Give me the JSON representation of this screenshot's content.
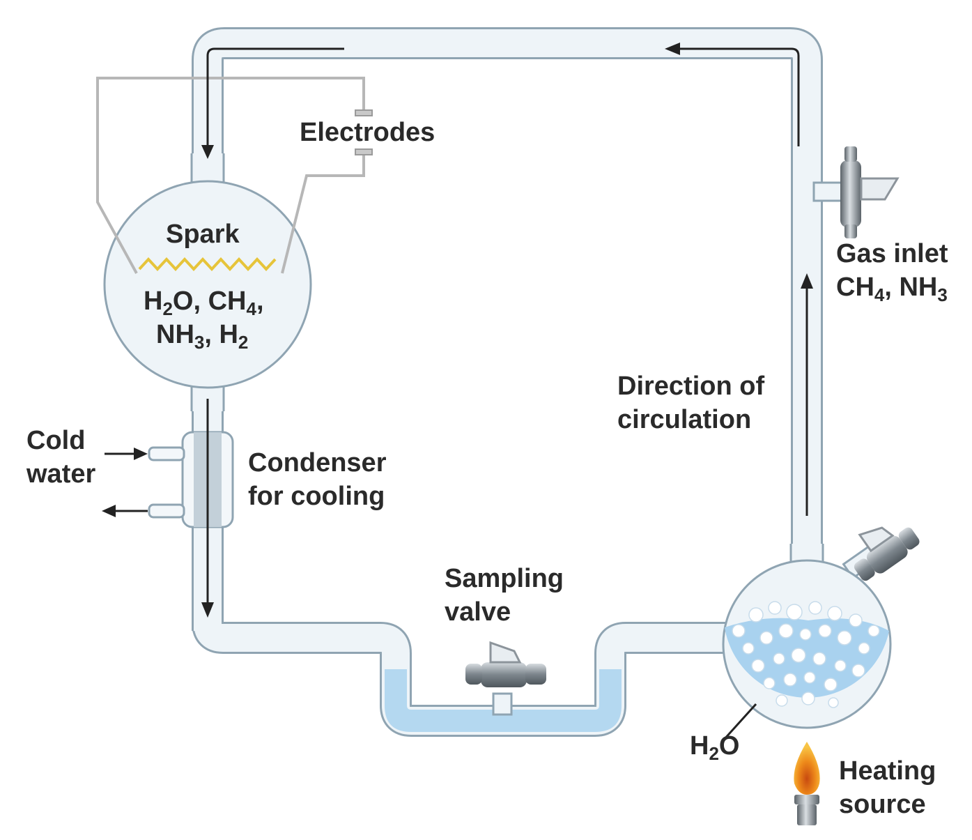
{
  "colors": {
    "tube_fill": "#eef4f8",
    "tube_stroke": "#8fa4b2",
    "water": "#a9d2ef",
    "wire": "#b7b7b7",
    "spark": "#e6c43a",
    "arrow": "#222222",
    "text": "#2a2a2a",
    "valve_metal": "#8c949b",
    "flame_outer": "#f3a21d",
    "flame_inner": "#c84a10"
  },
  "icons": [
    "spark-zigzag-icon",
    "valve-icon",
    "flame-icon",
    "arrow-icon"
  ],
  "labels": {
    "electrodes": "Electrodes",
    "spark": "Spark",
    "flask_line1": {
      "a": "H",
      "a_sub": "2",
      "b": "O, CH",
      "b_sub": "4",
      "c": ","
    },
    "flask_line2": {
      "a": "NH",
      "a_sub": "3",
      "b": ", H",
      "b_sub": "2"
    },
    "gas_inlet_line1": "Gas inlet",
    "gas_inlet_line2": {
      "a": "CH",
      "a_sub": "4",
      "b": ", NH",
      "b_sub": "3"
    },
    "direction_line1": "Direction of",
    "direction_line2": "circulation",
    "cold_line1": "Cold",
    "cold_line2": "water",
    "condenser_line1": "Condenser",
    "condenser_line2": "for cooling",
    "sampling_line1": "Sampling",
    "sampling_line2": "valve",
    "water_label": {
      "a": "H",
      "a_sub": "2",
      "b": "O"
    },
    "heating_line1": "Heating",
    "heating_line2": "source"
  }
}
